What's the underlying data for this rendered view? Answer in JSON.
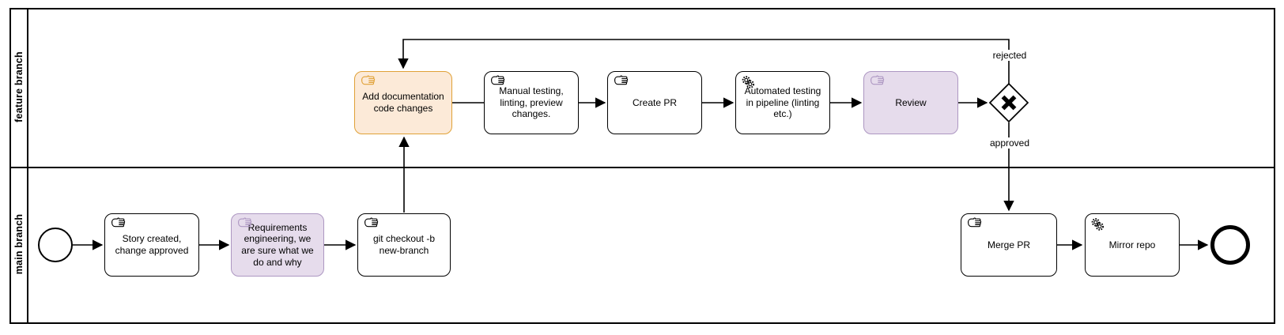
{
  "diagram": {
    "kind": "BPMN process diagram",
    "lanes": [
      {
        "label": "feature branch"
      },
      {
        "label": "main branch"
      }
    ],
    "colors": {
      "orange_fill": "#fcead8",
      "orange_stroke": "#e0a137",
      "purple_fill": "#e6dcec",
      "purple_stroke": "#ad97c2",
      "default_fill": "#ffffff",
      "default_stroke": "#000000"
    },
    "nodes": {
      "start_event": {
        "type": "start-event"
      },
      "story": {
        "label": "Story created, change approved",
        "task_type": "manual"
      },
      "requirements": {
        "label": "Requirements engineering, we are sure what we do and why",
        "task_type": "manual",
        "highlight": "purple"
      },
      "git_checkout": {
        "label": "git checkout -b new-branch",
        "task_type": "manual"
      },
      "add_documentation": {
        "label": "Add documentation code changes",
        "task_type": "manual",
        "highlight": "orange"
      },
      "manual_testing": {
        "label": "Manual testing, linting, preview changes.",
        "task_type": "manual"
      },
      "create_pr": {
        "label": "Create PR",
        "task_type": "manual"
      },
      "automated_testing": {
        "label": "Automated testing in pipeline (linting etc.)",
        "task_type": "service"
      },
      "review": {
        "label": "Review",
        "task_type": "manual",
        "highlight": "purple"
      },
      "decision_gateway": {
        "type": "exclusive-gateway"
      },
      "merge_pr": {
        "label": "Merge PR",
        "task_type": "manual"
      },
      "mirror_repo": {
        "label": "Mirror repo",
        "task_type": "service"
      },
      "end_event": {
        "type": "end-event"
      }
    },
    "edge_labels": {
      "rejected": "rejected",
      "approved": "approved"
    }
  }
}
